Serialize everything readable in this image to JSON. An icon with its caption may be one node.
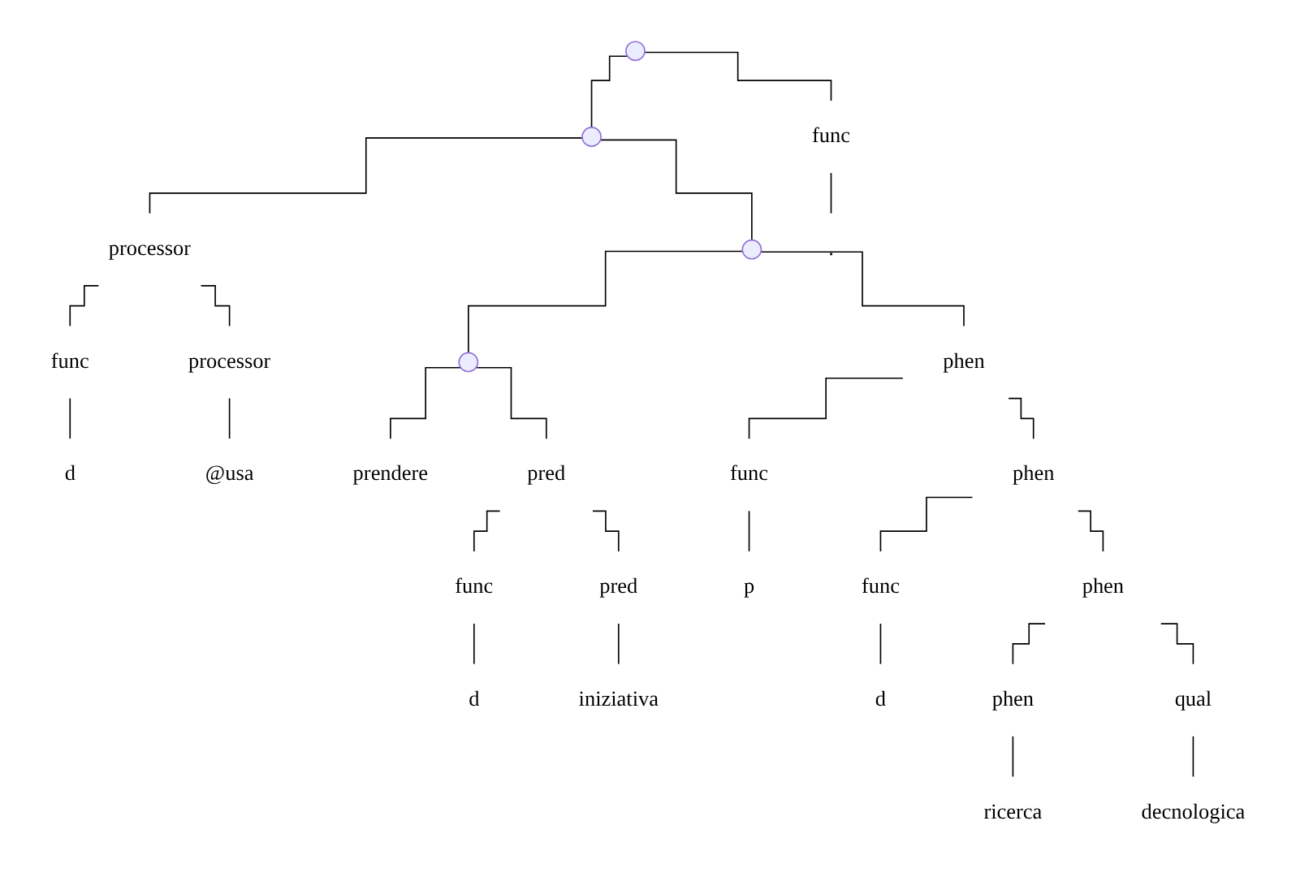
{
  "diagram": {
    "nodes": [
      {
        "text": [],
        "shape": "point"
      },
      {
        "text": [],
        "shape": "point"
      },
      {
        "text": [
          "processor"
        ]
      },
      {
        "text": [
          "func"
        ]
      },
      {
        "text": [
          "d"
        ]
      },
      {
        "text": [
          "processor"
        ]
      },
      {
        "text": [
          "@usa"
        ]
      },
      {
        "text": [],
        "shape": "point"
      },
      {
        "text": [],
        "shape": "point"
      },
      {
        "text": [
          "prendere"
        ]
      },
      {
        "text": [
          "pred"
        ]
      },
      {
        "text": [
          "func"
        ]
      },
      {
        "text": [
          "d"
        ]
      },
      {
        "text": [
          "pred"
        ]
      },
      {
        "text": [
          "iniziativa"
        ]
      },
      {
        "text": [
          "phen"
        ]
      },
      {
        "text": [
          "func"
        ]
      },
      {
        "text": [
          "p"
        ]
      },
      {
        "text": [
          "phen"
        ]
      },
      {
        "text": [
          "func"
        ]
      },
      {
        "text": [
          "d"
        ]
      },
      {
        "text": [
          "phen"
        ]
      },
      {
        "text": [
          "phen"
        ]
      },
      {
        "text": [
          "ricerca"
        ]
      },
      {
        "text": [
          "qual"
        ]
      },
      {
        "text": [
          "decnologica"
        ]
      },
      {
        "text": [
          "func"
        ]
      },
      {
        "text": [
          "."
        ]
      }
    ],
    "edges": [
      {
        "from": 0,
        "to": 1,
        "arrow": "none"
      },
      {
        "from": 0,
        "to": 26,
        "arrow": "none"
      },
      {
        "from": 1,
        "to": 2,
        "arrow": "none"
      },
      {
        "from": 1,
        "to": 7,
        "arrow": "none"
      },
      {
        "from": 2,
        "to": 3,
        "arrow": "none"
      },
      {
        "from": 2,
        "to": 5,
        "arrow": "none"
      },
      {
        "from": 3,
        "to": 4,
        "arrow": "none"
      },
      {
        "from": 5,
        "to": 6,
        "arrow": "none"
      },
      {
        "from": 7,
        "to": 8,
        "arrow": "none"
      },
      {
        "from": 7,
        "to": 15,
        "arrow": "none"
      },
      {
        "from": 8,
        "to": 9,
        "arrow": "none"
      },
      {
        "from": 8,
        "to": 10,
        "arrow": "none"
      },
      {
        "from": 10,
        "to": 11,
        "arrow": "none"
      },
      {
        "from": 10,
        "to": 13,
        "arrow": "none"
      },
      {
        "from": 11,
        "to": 12,
        "arrow": "none"
      },
      {
        "from": 13,
        "to": 14,
        "arrow": "none"
      },
      {
        "from": 15,
        "to": 16,
        "arrow": "none"
      },
      {
        "from": 15,
        "to": 18,
        "arrow": "none"
      },
      {
        "from": 16,
        "to": 17,
        "arrow": "none"
      },
      {
        "from": 18,
        "to": 19,
        "arrow": "none"
      },
      {
        "from": 18,
        "to": 21,
        "arrow": "none"
      },
      {
        "from": 19,
        "to": 20,
        "arrow": "none"
      },
      {
        "from": 21,
        "to": 22,
        "arrow": "none"
      },
      {
        "from": 21,
        "to": 24,
        "arrow": "none"
      },
      {
        "from": 22,
        "to": 23,
        "arrow": "none"
      },
      {
        "from": 24,
        "to": 25,
        "arrow": "none"
      },
      {
        "from": 26,
        "to": 27,
        "arrow": "none"
      }
    ]
  }
}
